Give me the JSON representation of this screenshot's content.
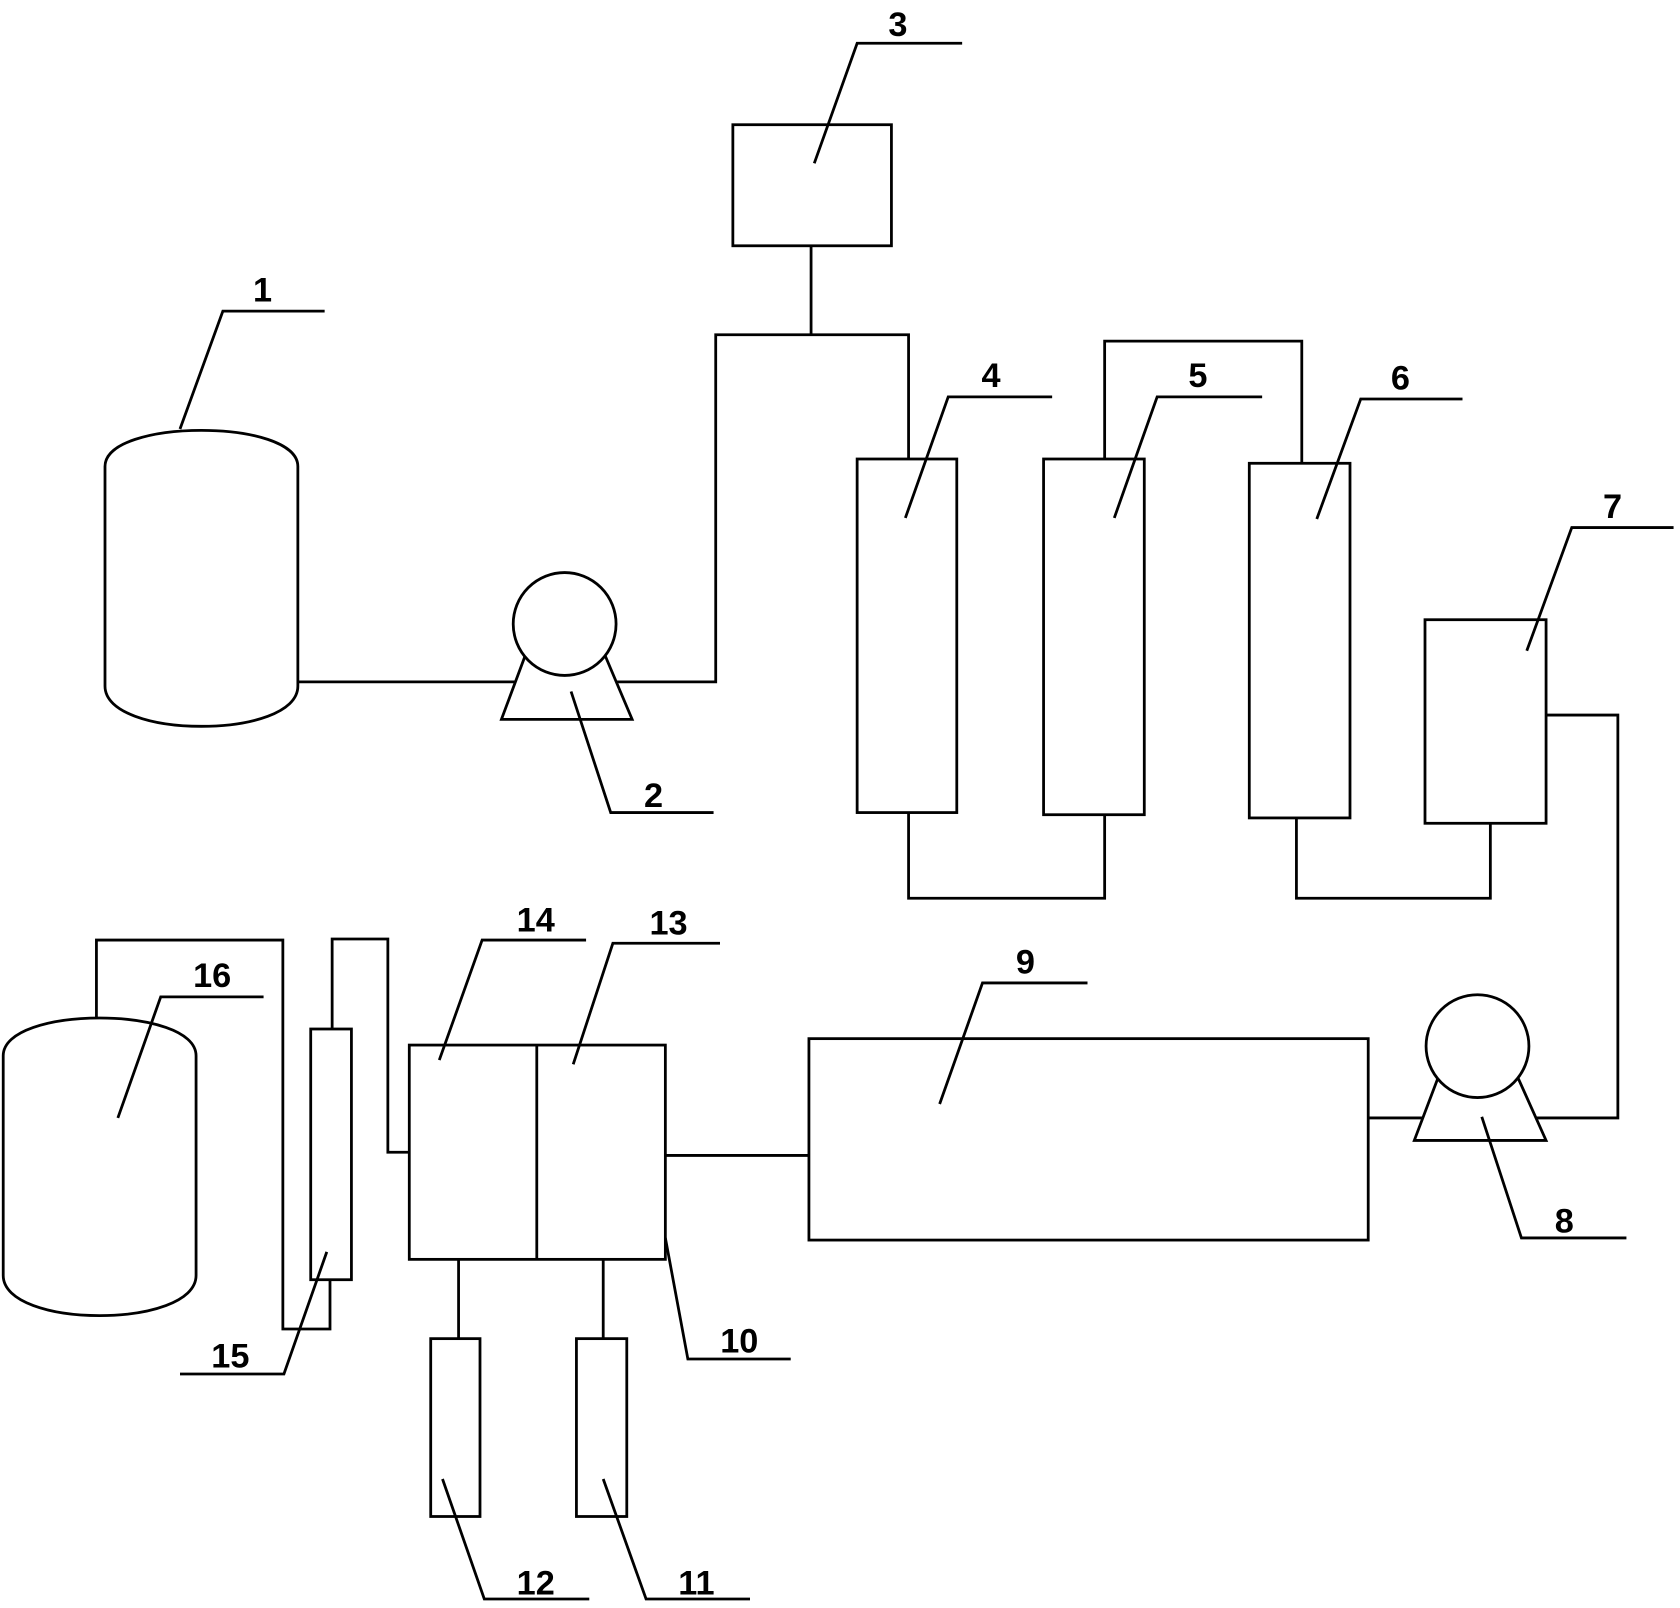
{
  "colors": {
    "line": "#000000",
    "background": "#ffffff"
  },
  "labels": {
    "component_1": "1",
    "component_2": "2",
    "component_3": "3",
    "component_4": "4",
    "component_5": "5",
    "component_6": "6",
    "component_7": "7",
    "component_8": "8",
    "component_9": "9",
    "component_10": "10",
    "component_11": "11",
    "component_12": "12",
    "component_13": "13",
    "component_14": "14",
    "component_15": "15",
    "component_16": "16"
  }
}
